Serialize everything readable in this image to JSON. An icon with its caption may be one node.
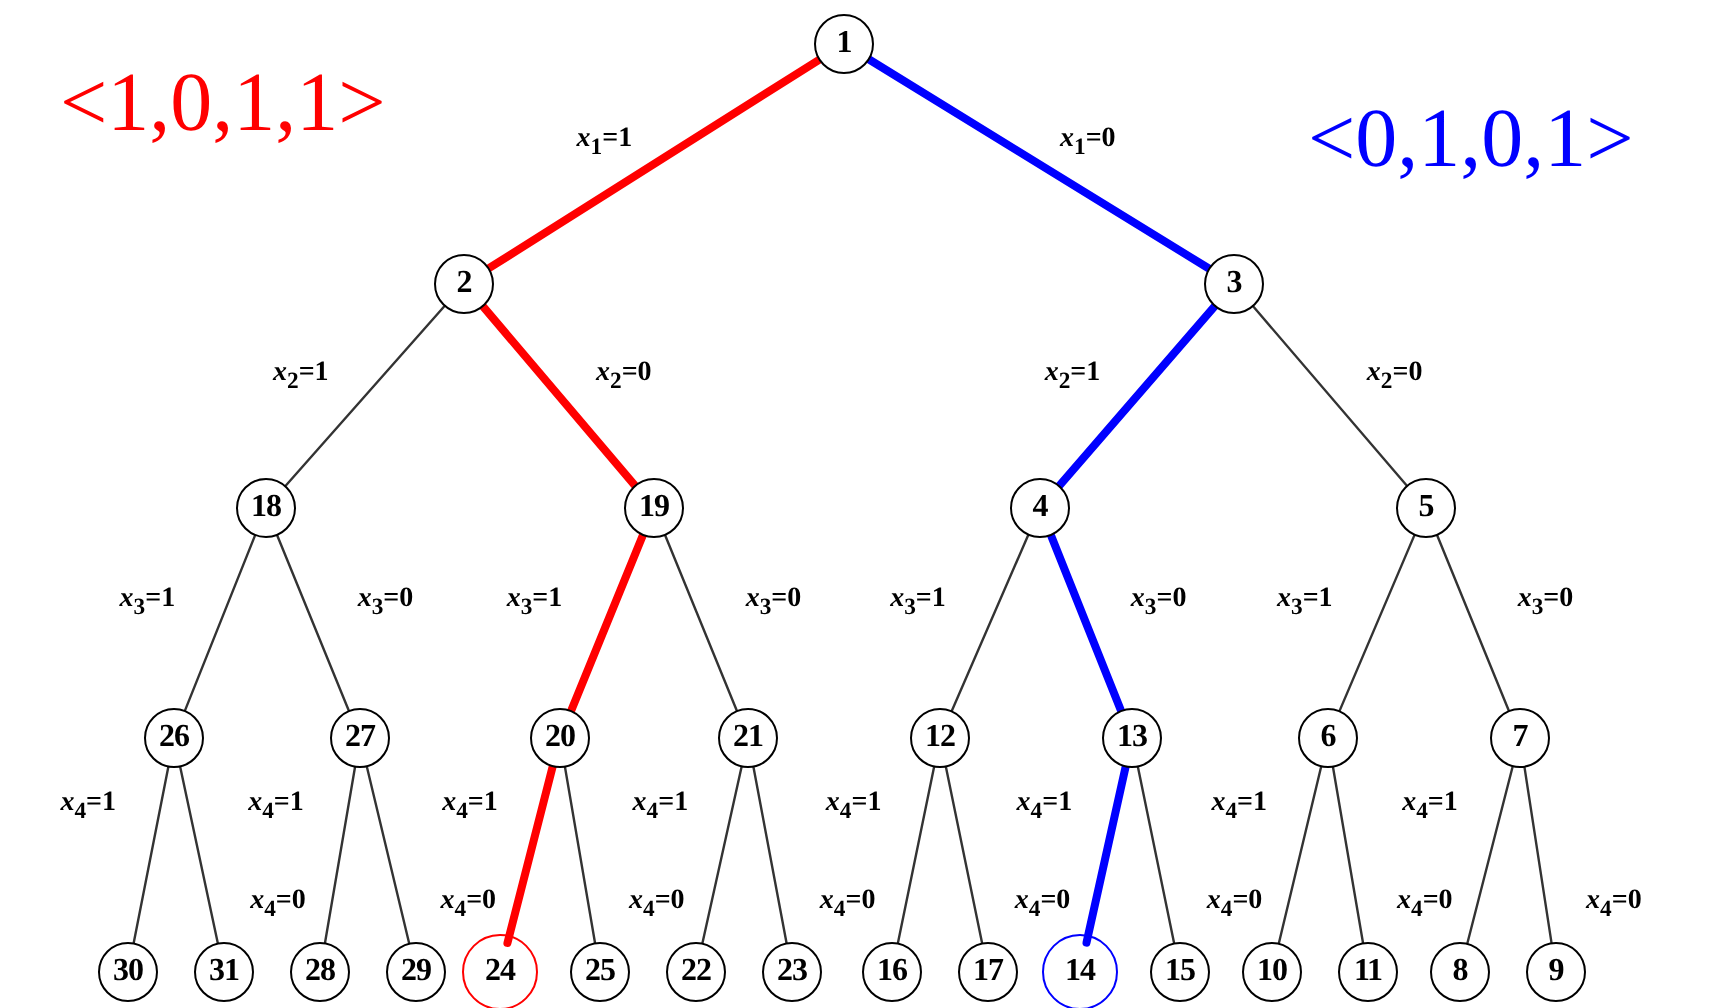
{
  "diagram": {
    "nodes": [
      {
        "text": [
          "1"
        ]
      },
      {
        "text": [
          "2"
        ]
      },
      {
        "text": [
          "3"
        ]
      },
      {
        "text": [
          "18"
        ]
      },
      {
        "text": [
          "19"
        ]
      },
      {
        "text": [
          "4"
        ]
      },
      {
        "text": [
          "5"
        ]
      },
      {
        "text": [
          "26"
        ]
      },
      {
        "text": [
          "27"
        ]
      },
      {
        "text": [
          "20"
        ]
      },
      {
        "text": [
          "21"
        ]
      },
      {
        "text": [
          "12"
        ]
      },
      {
        "text": [
          "13"
        ]
      },
      {
        "text": [
          "6"
        ]
      },
      {
        "text": [
          "7"
        ]
      },
      {
        "text": [
          "30"
        ]
      },
      {
        "text": [
          "31"
        ]
      },
      {
        "text": [
          "28"
        ]
      },
      {
        "text": [
          "29"
        ]
      },
      {
        "text": [
          "24"
        ]
      },
      {
        "text": [
          "25"
        ]
      },
      {
        "text": [
          "22"
        ]
      },
      {
        "text": [
          "23"
        ]
      },
      {
        "text": [
          "16"
        ]
      },
      {
        "text": [
          "17"
        ]
      },
      {
        "text": [
          "14"
        ]
      },
      {
        "text": [
          "15"
        ]
      },
      {
        "text": [
          "10"
        ]
      },
      {
        "text": [
          "11"
        ]
      },
      {
        "text": [
          "8"
        ]
      },
      {
        "text": [
          "9"
        ]
      }
    ],
    "edges": [
      {
        "from": 0,
        "to": 1,
        "arrow": "none",
        "label": "*x*$_{1}$=1",
        "style": "thick",
        "color": "#ff0000"
      },
      {
        "from": 0,
        "to": 2,
        "arrow": "none",
        "label": "*x*$_{1}$=0",
        "style": "thick",
        "color": "#0000ff"
      },
      {
        "from": 1,
        "to": 3,
        "arrow": "none",
        "label": "*x*$_{2}$=1"
      },
      {
        "from": 1,
        "to": 4,
        "arrow": "none",
        "label": "*x*$_{2}$=0",
        "style": "thick",
        "color": "#ff0000"
      },
      {
        "from": 2,
        "to": 5,
        "arrow": "none",
        "label": "*x*$_{2}$=1",
        "style": "thick",
        "color": "#0000ff"
      },
      {
        "from": 2,
        "to": 6,
        "arrow": "none",
        "label": "*x*$_{2}$=0"
      },
      {
        "from": 3,
        "to": 7,
        "arrow": "none",
        "label": "*x*$_{3}$=1"
      },
      {
        "from": 3,
        "to": 8,
        "arrow": "none",
        "label": "*x*$_{3}$=0"
      },
      {
        "from": 4,
        "to": 9,
        "arrow": "none",
        "label": "*x*$_{3}$=1",
        "style": "thick",
        "color": "#ff0000"
      },
      {
        "from": 4,
        "to": 10,
        "arrow": "none",
        "label": "*x*$_{3}$=0"
      },
      {
        "from": 5,
        "to": 11,
        "arrow": "none",
        "label": "*x*$_{3}$=1"
      },
      {
        "from": 5,
        "to": 12,
        "arrow": "none",
        "label": "*x*$_{3}$=0",
        "style": "thick",
        "color": "#0000ff"
      },
      {
        "from": 6,
        "to": 13,
        "arrow": "none",
        "label": "*x*$_{3}$=1"
      },
      {
        "from": 6,
        "to": 14,
        "arrow": "none",
        "label": "*x*$_{3}$=0"
      },
      {
        "from": 7,
        "to": 15,
        "arrow": "none",
        "label": "*x*$_{4}$=1"
      },
      {
        "from": 7,
        "to": 16,
        "arrow": "none",
        "label": "*x*$_{4}$=0"
      },
      {
        "from": 8,
        "to": 17,
        "arrow": "none",
        "label": "*x*$_{4}$=1"
      },
      {
        "from": 8,
        "to": 18,
        "arrow": "none",
        "label": "*x*$_{4}$=0"
      },
      {
        "from": 9,
        "to": 19,
        "arrow": "none",
        "label": "*x*$_{4}$=1",
        "style": "thick",
        "color": "#ff0000"
      },
      {
        "from": 9,
        "to": 20,
        "arrow": "none",
        "label": "*x*$_{4}$=0"
      },
      {
        "from": 10,
        "to": 21,
        "arrow": "none",
        "label": "*x*$_{4}$=1"
      },
      {
        "from": 10,
        "to": 22,
        "arrow": "none",
        "label": "*x*$_{4}$=0"
      },
      {
        "from": 11,
        "to": 23,
        "arrow": "none",
        "label": "*x*$_{4}$=1"
      },
      {
        "from": 11,
        "to": 24,
        "arrow": "none",
        "label": "*x*$_{4}$=0"
      },
      {
        "from": 12,
        "to": 25,
        "arrow": "none",
        "label": "*x*$_{4}$=1",
        "style": "thick",
        "color": "#0000ff"
      },
      {
        "from": 12,
        "to": 26,
        "arrow": "none",
        "label": "*x*$_{4}$=0"
      },
      {
        "from": 13,
        "to": 27,
        "arrow": "none",
        "label": "*x*$_{4}$=1"
      },
      {
        "from": 13,
        "to": 28,
        "arrow": "none",
        "label": "*x*$_{4}$=0"
      },
      {
        "from": 14,
        "to": 29,
        "arrow": "none",
        "label": "*x*$_{4}$=1"
      },
      {
        "from": 14,
        "to": 30,
        "arrow": "none",
        "label": "*x*$_{4}$=0"
      }
    ],
    "labels": [
      "<1,0,1,1>",
      "<0,1,0,1>"
    ]
  }
}
